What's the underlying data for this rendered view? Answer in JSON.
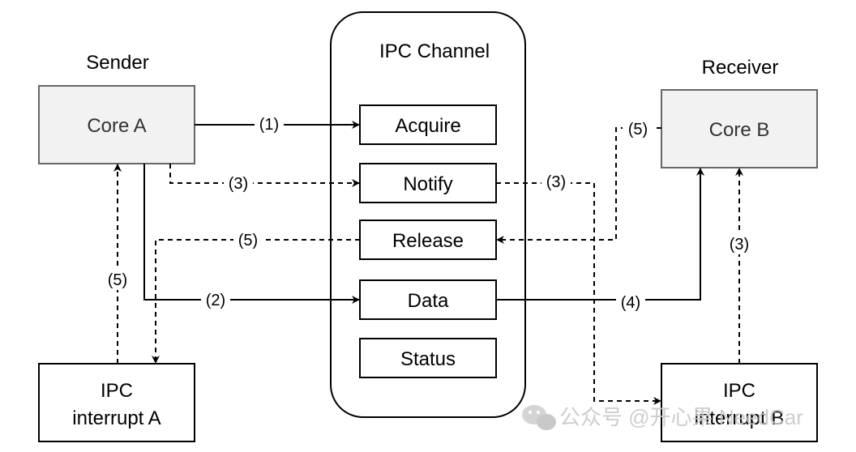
{
  "labels": {
    "sender": "Sender",
    "receiver": "Receiver",
    "channel": "IPC Channel"
  },
  "nodes": {
    "core_a": "Core A",
    "core_b": "Core B",
    "ipc_a_line1": "IPC",
    "ipc_a_line2": "interrupt A",
    "ipc_b_line1": "IPC",
    "ipc_b_line2": "interrupt B"
  },
  "channel_items": [
    "Acquire",
    "Notify",
    "Release",
    "Data",
    "Status"
  ],
  "steps": {
    "acquire": "(1)",
    "data": "(2)",
    "notify": "(3)",
    "notify_to_b": "(3)",
    "ipc_b_up": "(3)",
    "data_to_b": "(4)",
    "release_from_b": "(5)",
    "release_to_a": "(5)",
    "ipc_a_up": "(5)"
  },
  "watermark": "公众号 @开心果 NeedCar",
  "colors": {
    "core_fill": "#f2f2f2",
    "core_stroke": "#666666",
    "line": "#000000"
  }
}
